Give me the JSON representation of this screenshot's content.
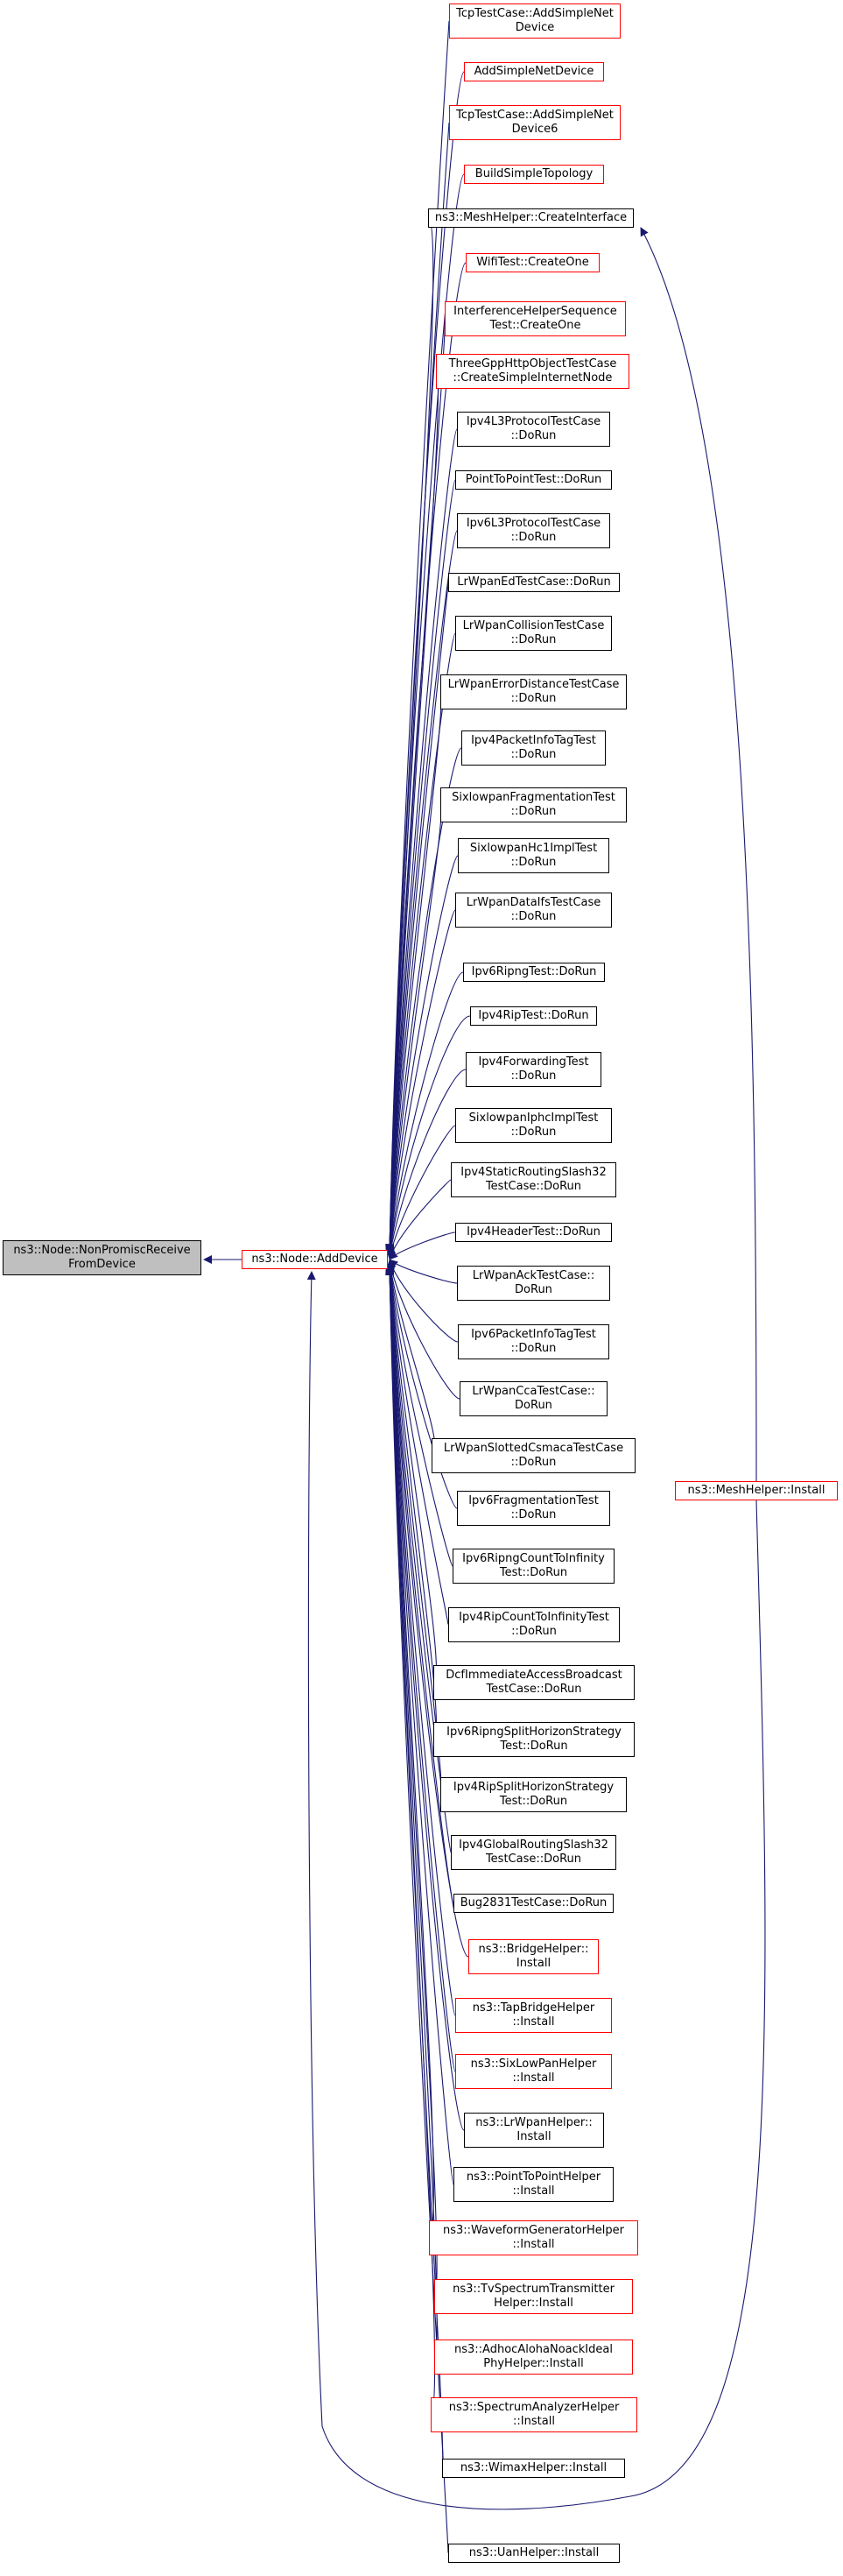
{
  "colors": {
    "edge": "#191970",
    "red_border": "#ff0000",
    "black_border": "#000000",
    "focus_fill": "#bfbfbf"
  },
  "nodes": {
    "focus": "ns3::Node::NonPromiscReceive\nFromDevice",
    "add_device": "ns3::Node::AddDevice",
    "mesh_install": "ns3::MeshHelper::Install",
    "callers": [
      {
        "label": "TcpTestCase::AddSimpleNet\nDevice",
        "red": true
      },
      {
        "label": "AddSimpleNetDevice",
        "red": true
      },
      {
        "label": "TcpTestCase::AddSimpleNet\nDevice6",
        "red": true
      },
      {
        "label": "BuildSimpleTopology",
        "red": true
      },
      {
        "label": "ns3::MeshHelper::CreateInterface",
        "red": false
      },
      {
        "label": "WifiTest::CreateOne",
        "red": true
      },
      {
        "label": "InterferenceHelperSequence\nTest::CreateOne",
        "red": true
      },
      {
        "label": "ThreeGppHttpObjectTestCase\n::CreateSimpleInternetNode",
        "red": true
      },
      {
        "label": "Ipv4L3ProtocolTestCase\n::DoRun",
        "red": false
      },
      {
        "label": "PointToPointTest::DoRun",
        "red": false
      },
      {
        "label": "Ipv6L3ProtocolTestCase\n::DoRun",
        "red": false
      },
      {
        "label": "LrWpanEdTestCase::DoRun",
        "red": false
      },
      {
        "label": "LrWpanCollisionTestCase\n::DoRun",
        "red": false
      },
      {
        "label": "LrWpanErrorDistanceTestCase\n::DoRun",
        "red": false
      },
      {
        "label": "Ipv4PacketInfoTagTest\n::DoRun",
        "red": false
      },
      {
        "label": "SixlowpanFragmentationTest\n::DoRun",
        "red": false
      },
      {
        "label": "SixlowpanHc1ImplTest\n::DoRun",
        "red": false
      },
      {
        "label": "LrWpanDataIfsTestCase\n::DoRun",
        "red": false
      },
      {
        "label": "Ipv6RipngTest::DoRun",
        "red": false
      },
      {
        "label": "Ipv4RipTest::DoRun",
        "red": false
      },
      {
        "label": "Ipv4ForwardingTest\n::DoRun",
        "red": false
      },
      {
        "label": "SixlowpanIphcImplTest\n::DoRun",
        "red": false
      },
      {
        "label": "Ipv4StaticRoutingSlash32\nTestCase::DoRun",
        "red": false
      },
      {
        "label": "Ipv4HeaderTest::DoRun",
        "red": false
      },
      {
        "label": "LrWpanAckTestCase::\nDoRun",
        "red": false
      },
      {
        "label": "Ipv6PacketInfoTagTest\n::DoRun",
        "red": false
      },
      {
        "label": "LrWpanCcaTestCase::\nDoRun",
        "red": false
      },
      {
        "label": "LrWpanSlottedCsmacaTestCase\n::DoRun",
        "red": false
      },
      {
        "label": "Ipv6FragmentationTest\n::DoRun",
        "red": false
      },
      {
        "label": "Ipv6RipngCountToInfinity\nTest::DoRun",
        "red": false
      },
      {
        "label": "Ipv4RipCountToInfinityTest\n::DoRun",
        "red": false
      },
      {
        "label": "DcfImmediateAccessBroadcast\nTestCase::DoRun",
        "red": false
      },
      {
        "label": "Ipv6RipngSplitHorizonStrategy\nTest::DoRun",
        "red": false
      },
      {
        "label": "Ipv4RipSplitHorizonStrategy\nTest::DoRun",
        "red": false
      },
      {
        "label": "Ipv4GlobalRoutingSlash32\nTestCase::DoRun",
        "red": false
      },
      {
        "label": "Bug2831TestCase::DoRun",
        "red": false
      },
      {
        "label": "ns3::BridgeHelper::\nInstall",
        "red": true
      },
      {
        "label": "ns3::TapBridgeHelper\n::Install",
        "red": true
      },
      {
        "label": "ns3::SixLowPanHelper\n::Install",
        "red": true
      },
      {
        "label": "ns3::LrWpanHelper::\nInstall",
        "red": false
      },
      {
        "label": "ns3::PointToPointHelper\n::Install",
        "red": false
      },
      {
        "label": "ns3::WaveformGeneratorHelper\n::Install",
        "red": true
      },
      {
        "label": "ns3::TvSpectrumTransmitter\nHelper::Install",
        "red": true
      },
      {
        "label": "ns3::AdhocAlohaNoackIdeal\nPhyHelper::Install",
        "red": true
      },
      {
        "label": "ns3::SpectrumAnalyzerHelper\n::Install",
        "red": true
      },
      {
        "label": "ns3::WimaxHelper::Install",
        "red": false
      },
      {
        "label": "ns3::UanHelper::Install",
        "red": false
      }
    ]
  }
}
